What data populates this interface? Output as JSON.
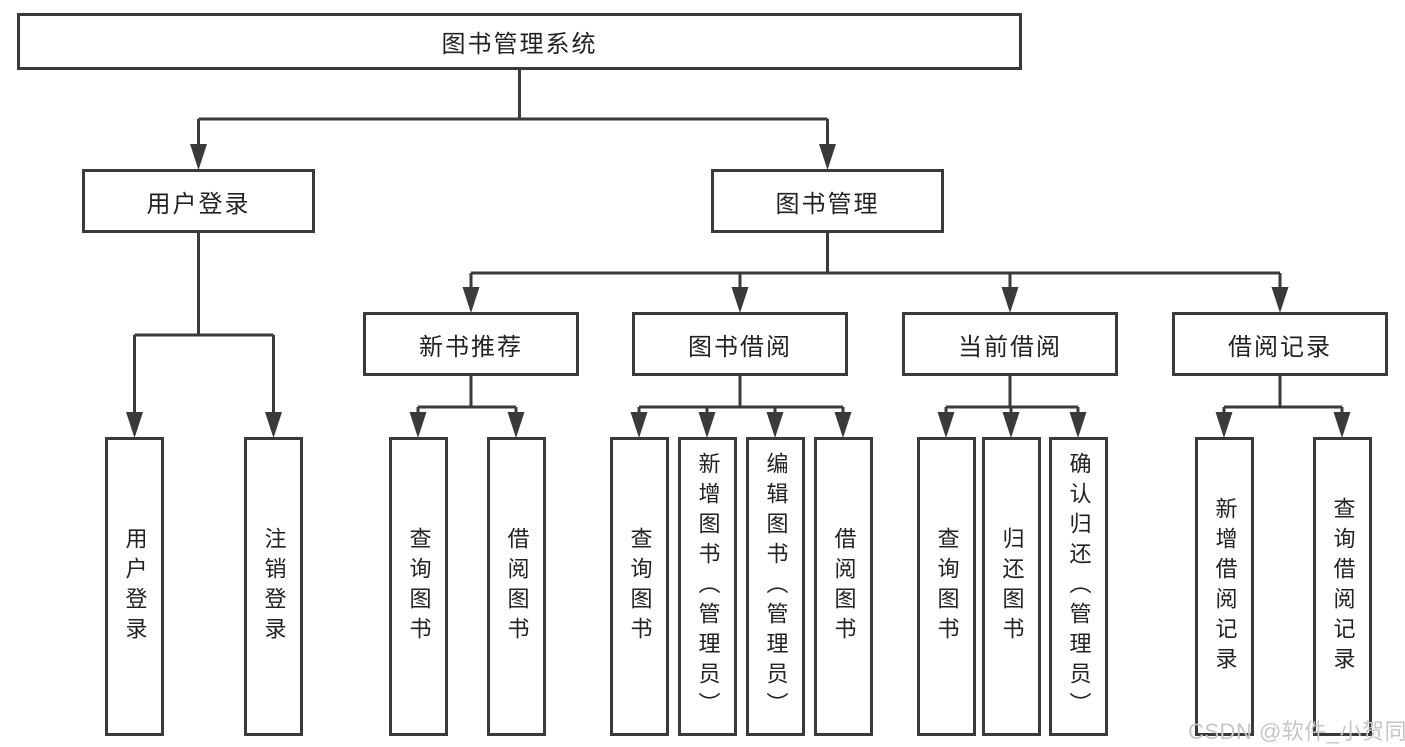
{
  "diagram": {
    "root": {
      "label": "图书管理系统",
      "children": [
        {
          "label": "用户登录",
          "children": [
            {
              "label": "用户登录"
            },
            {
              "label": "注销登录"
            }
          ]
        },
        {
          "label": "图书管理",
          "children": [
            {
              "label": "新书推荐",
              "children": [
                {
                  "label": "查询图书"
                },
                {
                  "label": "借阅图书"
                }
              ]
            },
            {
              "label": "图书借阅",
              "children": [
                {
                  "label": "查询图书"
                },
                {
                  "label": "新增图书（管理员）"
                },
                {
                  "label": "编辑图书（管理员）"
                },
                {
                  "label": "借阅图书"
                }
              ]
            },
            {
              "label": "当前借阅",
              "children": [
                {
                  "label": "查询图书"
                },
                {
                  "label": "归还图书"
                },
                {
                  "label": "确认归还（管理员）"
                }
              ]
            },
            {
              "label": "借阅记录",
              "children": [
                {
                  "label": "新增借阅记录"
                },
                {
                  "label": "查询借阅记录"
                }
              ]
            }
          ]
        }
      ]
    }
  },
  "watermark": {
    "text": "CSDN @软件_小贺同学"
  },
  "colors": {
    "line": "#3a3a3a",
    "text": "#222222",
    "watermark": "#c6c6c6",
    "background": "#ffffff"
  }
}
